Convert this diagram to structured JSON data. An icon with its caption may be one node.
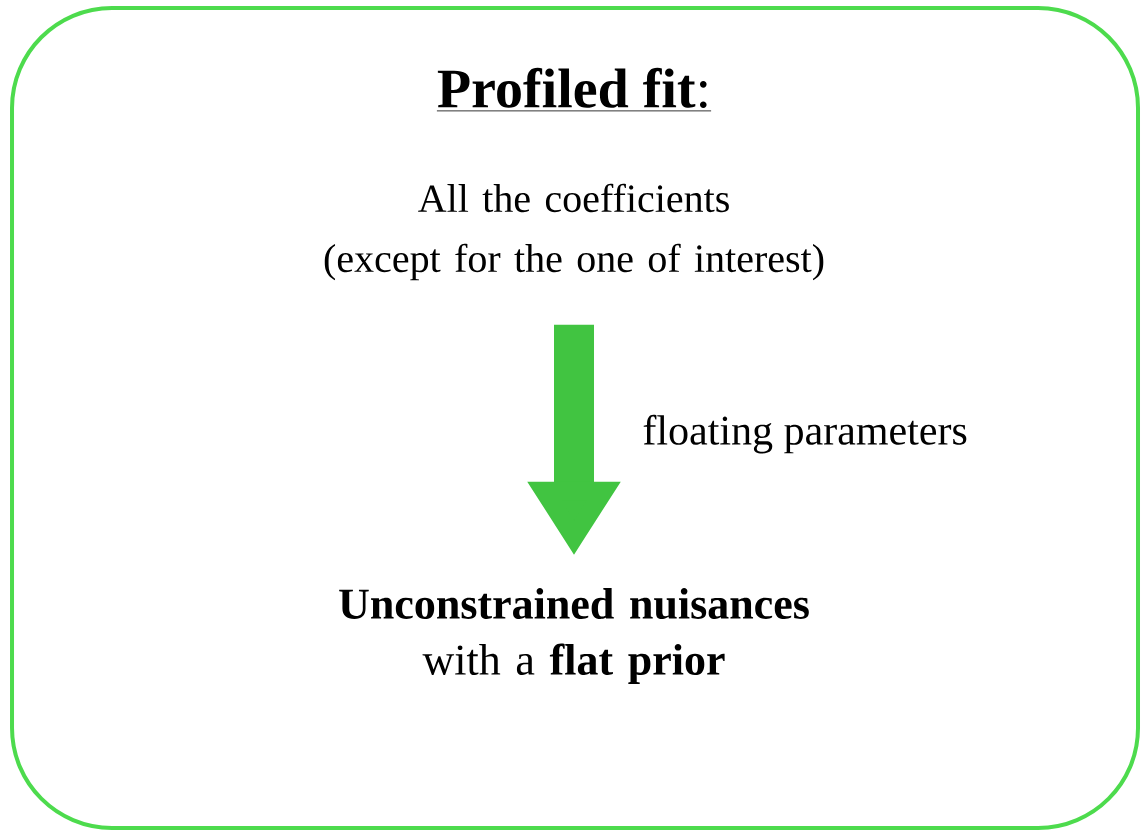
{
  "diagram": {
    "nodes": [
      {
        "text": [
          "**Profiled fit**:"
        ]
      },
      {
        "text": [
          "All the coefficients (except for the one of interest)"
        ],
        "in": 0
      },
      {
        "text": [
          "**Unconstrained nuisances** with a **flat prior**"
        ],
        "in": 0
      }
    ],
    "edges": [
      {
        "from": 1,
        "to": 2,
        "arrow": "to",
        "label": "floating parameters"
      }
    ]
  }
}
